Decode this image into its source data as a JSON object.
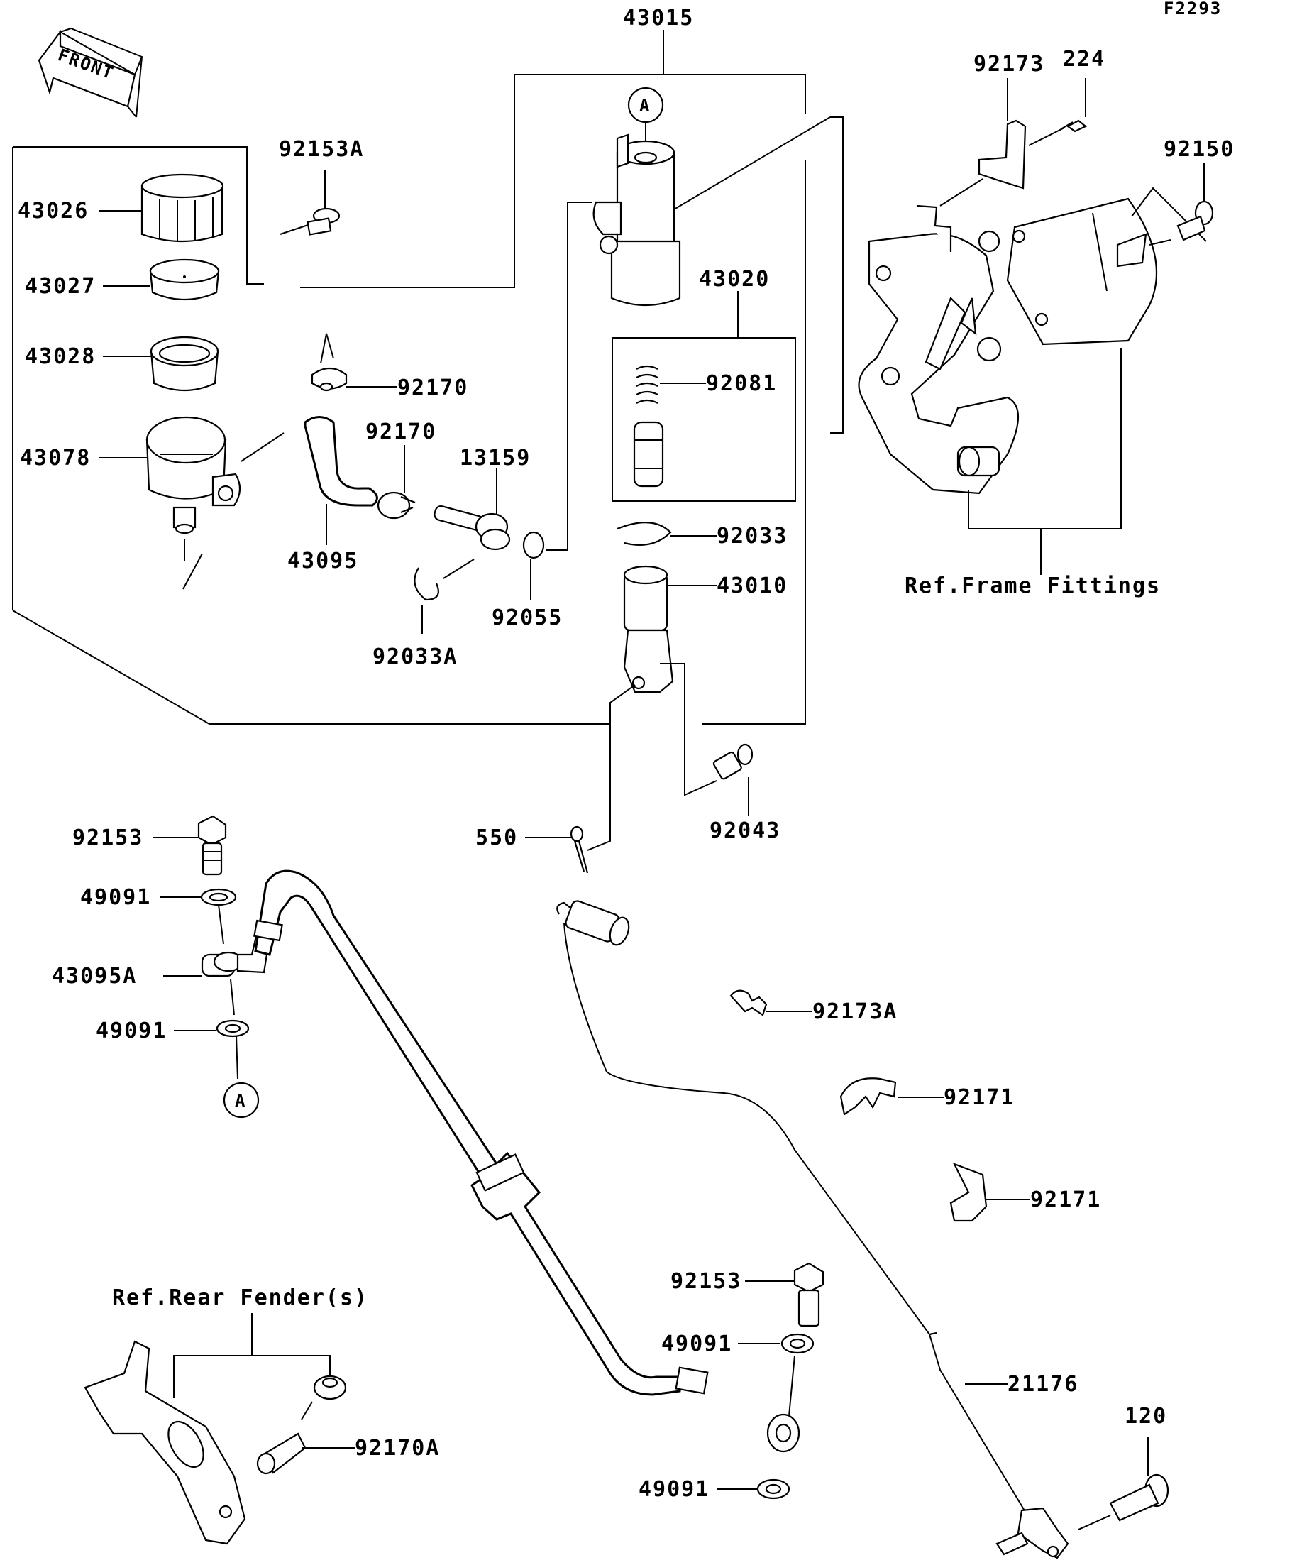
{
  "figure_code": "F2293",
  "front_arrow_label": "FRONT",
  "circle_ref": "A",
  "parts": {
    "p43015": "43015",
    "p92173": "92173",
    "p224": "224",
    "p92150": "92150",
    "p92153A": "92153A",
    "p43026": "43026",
    "p43027": "43027",
    "p43028": "43028",
    "p43078": "43078",
    "p92170_top": "92170",
    "p92170_mid": "92170",
    "p43095": "43095",
    "p13159": "13159",
    "p92055": "92055",
    "p92033A": "92033A",
    "p43020": "43020",
    "p92081": "92081",
    "p92033": "92033",
    "p43010": "43010",
    "p92043": "92043",
    "p550": "550",
    "p92153_a": "92153",
    "p49091_a": "49091",
    "p43095A": "43095A",
    "p49091_b": "49091",
    "p92173A": "92173A",
    "p92171_a": "92171",
    "p92171_b": "92171",
    "p92153_b": "92153",
    "p49091_c": "49091",
    "p49091_d": "49091",
    "p21176": "21176",
    "p120": "120",
    "p92170A": "92170A"
  },
  "refs": {
    "frame_fittings": "Ref.Frame Fittings",
    "rear_fender": "Ref.Rear Fender(s)"
  }
}
